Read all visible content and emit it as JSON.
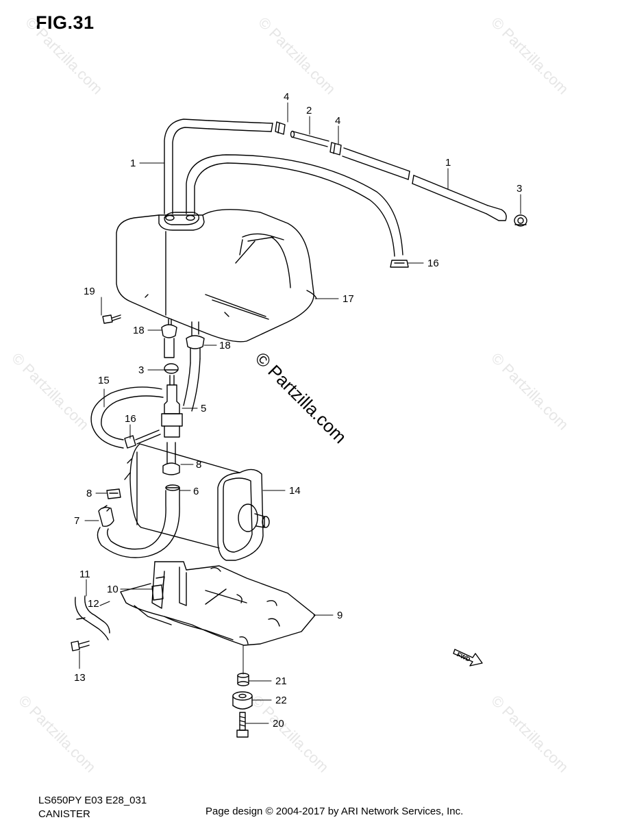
{
  "figure": {
    "title": "FIG.31"
  },
  "watermarks": {
    "repeat": "© Partzilla.com",
    "center": "© Partzilla.com"
  },
  "callouts": [
    {
      "id": "c1a",
      "label": "1"
    },
    {
      "id": "c1b",
      "label": "1"
    },
    {
      "id": "c2",
      "label": "2"
    },
    {
      "id": "c3a",
      "label": "3"
    },
    {
      "id": "c3b",
      "label": "3"
    },
    {
      "id": "c4a",
      "label": "4"
    },
    {
      "id": "c4b",
      "label": "4"
    },
    {
      "id": "c5",
      "label": "5"
    },
    {
      "id": "c6",
      "label": "6"
    },
    {
      "id": "c7",
      "label": "7"
    },
    {
      "id": "c8a",
      "label": "8"
    },
    {
      "id": "c8b",
      "label": "8"
    },
    {
      "id": "c9",
      "label": "9"
    },
    {
      "id": "c10",
      "label": "10"
    },
    {
      "id": "c11",
      "label": "11"
    },
    {
      "id": "c12",
      "label": "12"
    },
    {
      "id": "c13",
      "label": "13"
    },
    {
      "id": "c14",
      "label": "14"
    },
    {
      "id": "c15",
      "label": "15"
    },
    {
      "id": "c16a",
      "label": "16"
    },
    {
      "id": "c16b",
      "label": "16"
    },
    {
      "id": "c17",
      "label": "17"
    },
    {
      "id": "c18a",
      "label": "18"
    },
    {
      "id": "c18b",
      "label": "18"
    },
    {
      "id": "c19",
      "label": "19"
    },
    {
      "id": "c20",
      "label": "20"
    },
    {
      "id": "c21",
      "label": "21"
    },
    {
      "id": "c22",
      "label": "22"
    }
  ],
  "fwd_label": "FWD",
  "footer": {
    "model_code": "LS650PY E03 E28_031",
    "section_name": "CANISTER",
    "credit": "Page design © 2004-2017 by ARI Network Services, Inc."
  }
}
